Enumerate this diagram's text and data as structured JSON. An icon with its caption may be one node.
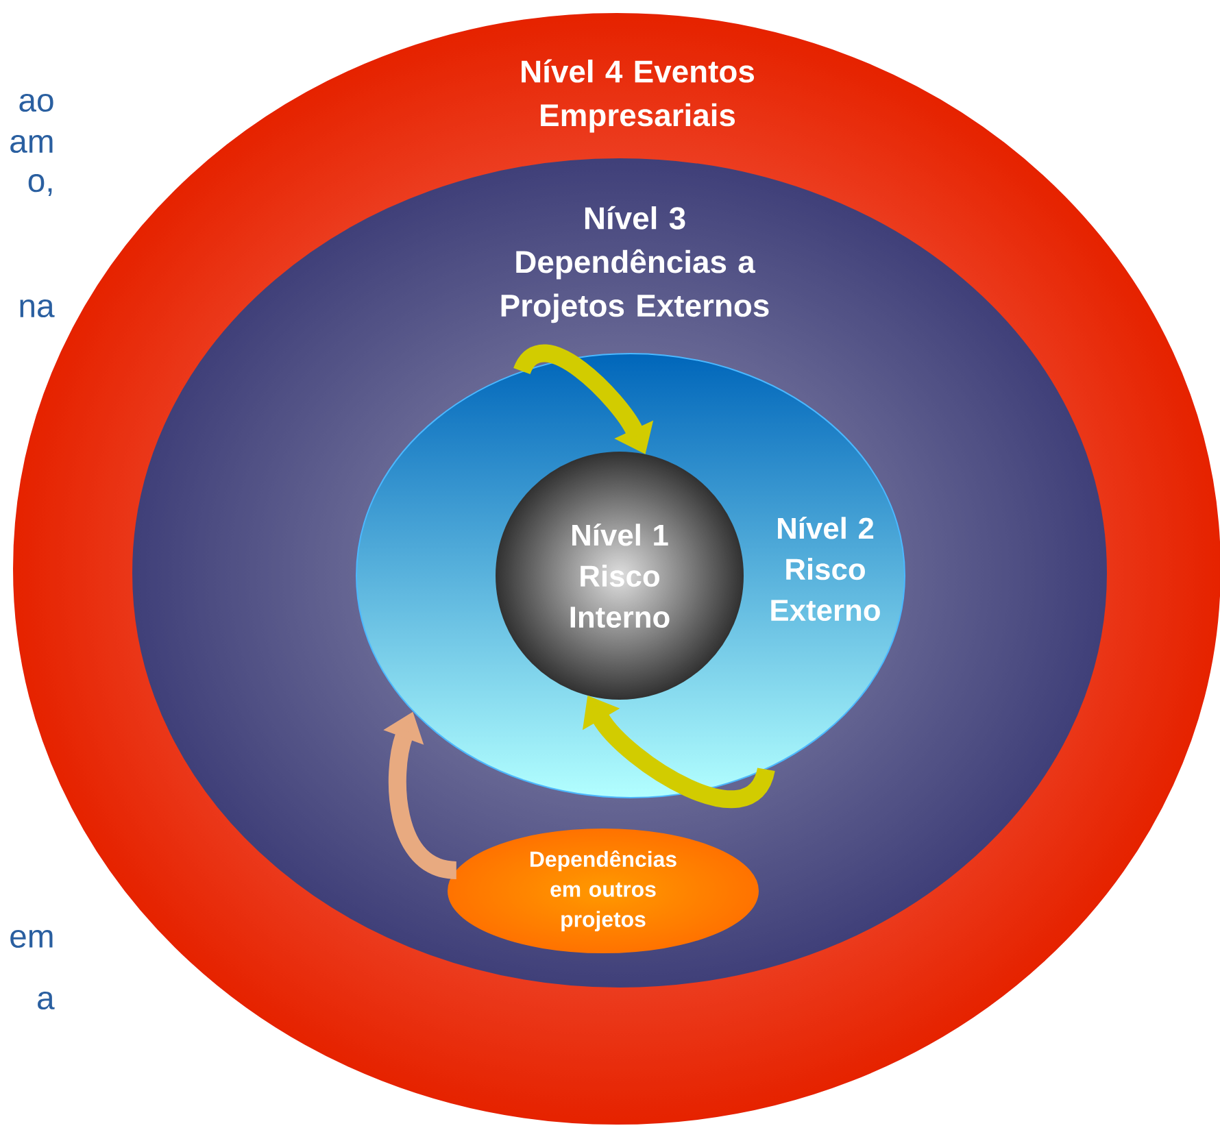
{
  "diagram": {
    "nodes": [
      {
        "text": [
          "Nível 4 Eventos Empresariais"
        ]
      },
      {
        "text": [
          "Nível 3 Dependências a Projetos Externos"
        ],
        "in": 0
      },
      {
        "text": [
          "Nível 2 Risco Externo"
        ],
        "in": 1
      },
      {
        "text": [
          "Nível 1 Risco Interno"
        ],
        "in": 2
      },
      {
        "text": [
          "Dependências em outros projetos"
        ],
        "in": 1
      }
    ],
    "edges": [
      {
        "from": 2,
        "to": 3,
        "arrow": "to"
      },
      {
        "from": 2,
        "to": 3,
        "arrow": "to"
      },
      {
        "from": 4,
        "to": 2,
        "arrow": "to",
        "color": "#e8aa80"
      }
    ],
    "labels": [
      "ao",
      "am",
      "o,",
      "na",
      "em",
      "a"
    ]
  }
}
